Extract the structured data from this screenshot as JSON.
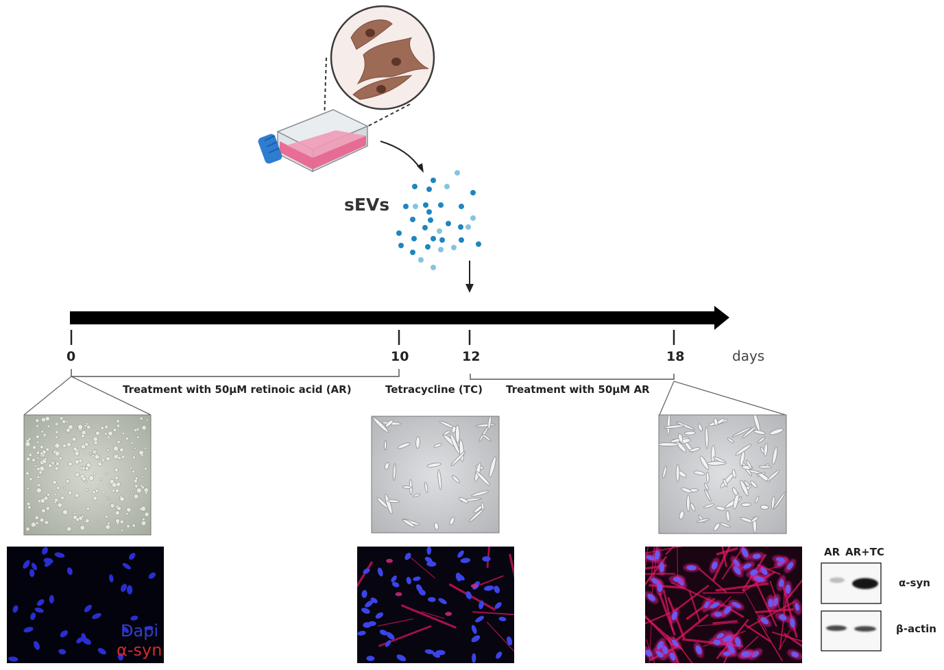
{
  "labels": {
    "sevs": "sEVs",
    "days": "days",
    "ticks": [
      "0",
      "10",
      "12",
      "18"
    ],
    "step_ar": "Treatment with 50µM retinoic acid (AR)",
    "step_tc": "Tetracycline (TC)",
    "step_ar2": "Treatment with 50µM AR"
  },
  "legend": {
    "dapi": "Dapi",
    "asyn": "α-syn",
    "dapi_color": "#3340c9",
    "asyn_color": "#d42a2a"
  },
  "western_blot": {
    "lane_ar": "AR",
    "lane_artc": "AR+TC",
    "band_asyn": "α-syn",
    "band_actin": "β-actin"
  },
  "colors": {
    "flask_liquid": "#e8668f",
    "cap": "#2f7dd1",
    "cell": "#9c6a55",
    "nucleus": "#5e3526",
    "vesicle_dark": "#1e86bf",
    "vesicle_light": "#84c5e0",
    "timeline": "#000000"
  }
}
